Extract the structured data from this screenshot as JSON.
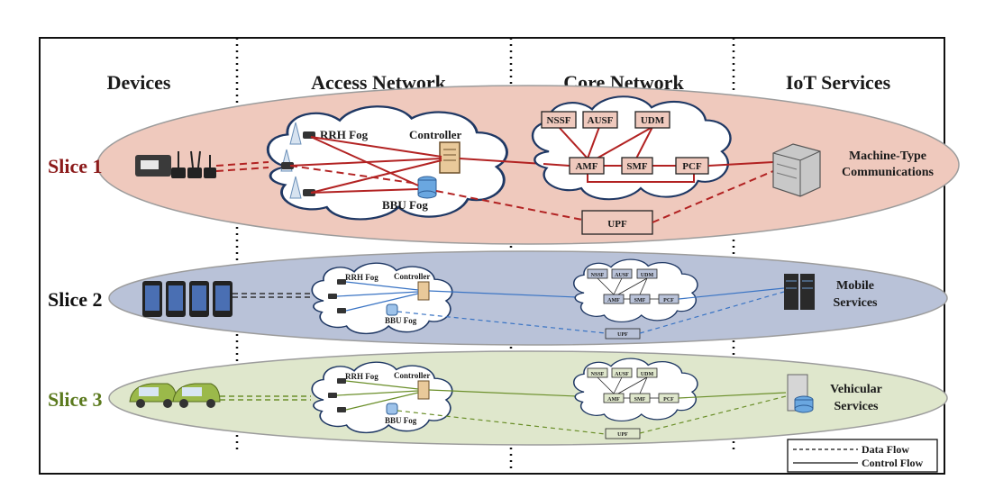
{
  "columns": {
    "devices": "Devices",
    "access": "Access Network",
    "core": "Core Network",
    "iot": "IoT Services"
  },
  "slices": [
    {
      "label": "Slice 1",
      "color": "#8b1a1a",
      "fill": "#efc9bd",
      "line": "#b22222",
      "service_line1": "Machine-Type",
      "service_line2": "Communications"
    },
    {
      "label": "Slice 2",
      "color": "#111111",
      "fill": "#b9c2d8",
      "line": "#3a74c4",
      "service_line1": "Mobile",
      "service_line2": "Services"
    },
    {
      "label": "Slice 3",
      "color": "#5b7a1e",
      "fill": "#dfe7cc",
      "line": "#6b8f2a",
      "service_line1": "Vehicular",
      "service_line2": "Services"
    }
  ],
  "fog": {
    "rrh": "RRH Fog",
    "controller": "Controller",
    "bbu": "BBU Fog"
  },
  "core_nfs": {
    "nssf": "NSSF",
    "ausf": "AUSF",
    "udm": "UDM",
    "amf": "AMF",
    "smf": "SMF",
    "pcf": "PCF",
    "upf": "UPF"
  },
  "legend": {
    "data_flow": "Data Flow",
    "control_flow": "Control Flow"
  }
}
